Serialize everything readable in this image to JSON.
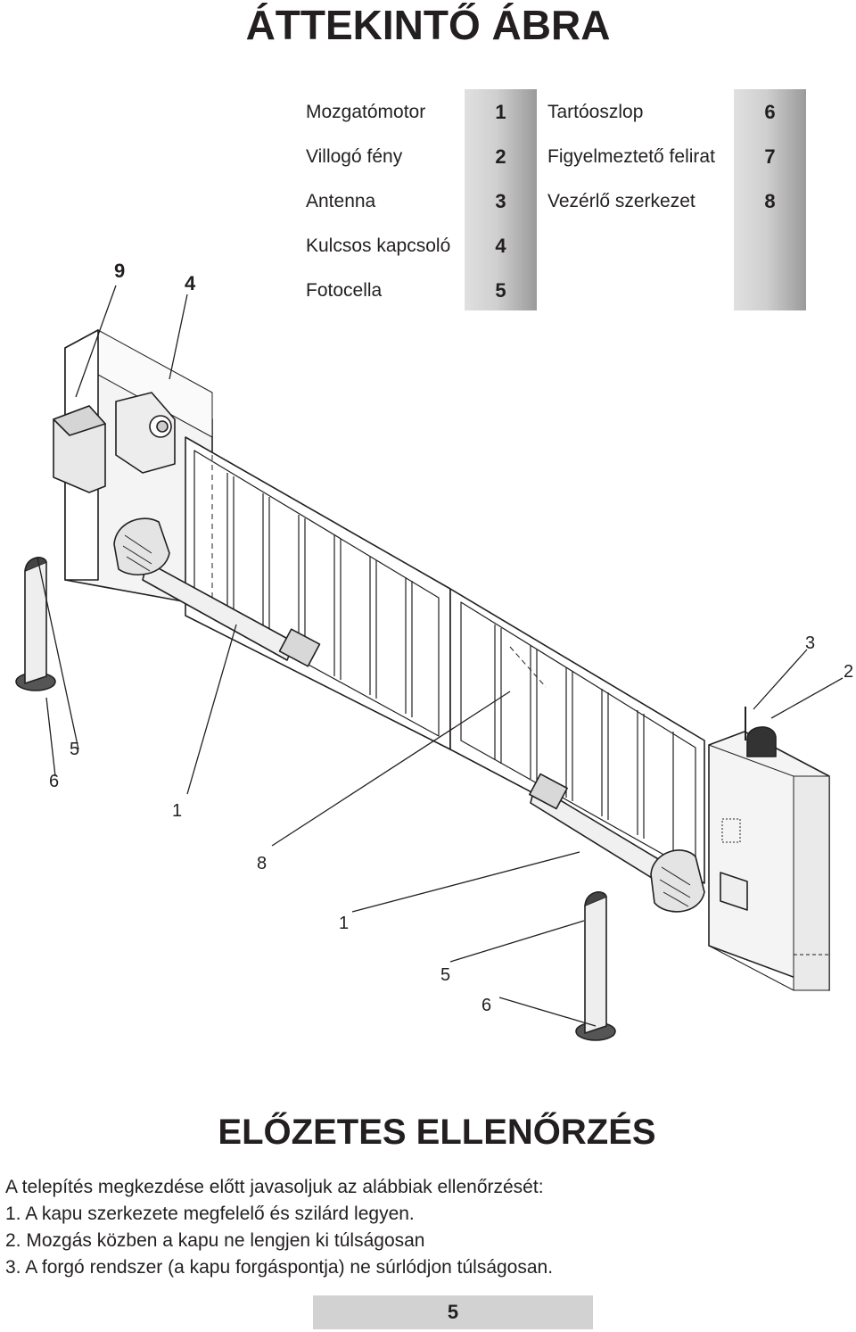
{
  "title": "ÁTTEKINTŐ ÁBRA",
  "legend": {
    "left": [
      {
        "name": "Mozgatómotor",
        "num": "1"
      },
      {
        "name": "Villogó fény",
        "num": "2"
      },
      {
        "name": "Antenna",
        "num": "3"
      },
      {
        "name": "Kulcsos kapcsoló",
        "num": "4"
      },
      {
        "name": "Fotocella",
        "num": "5"
      }
    ],
    "right": [
      {
        "name": "Tartóoszlop",
        "num": "6"
      },
      {
        "name": "Figyelmeztető felirat",
        "num": "7"
      },
      {
        "name": "Vezérlő szerkezet",
        "num": "8"
      }
    ]
  },
  "diagram": {
    "callouts": {
      "c9": "9",
      "c4": "4",
      "c3": "3",
      "c2": "2",
      "c5a": "5",
      "c6a": "6",
      "c1a": "1",
      "c8": "8",
      "c1b": "1",
      "c5b": "5",
      "c6b": "6"
    }
  },
  "section": {
    "title": "ELŐZETES ELLENŐRZÉS",
    "intro": "A telepítés megkezdése előtt javasoljuk az alábbiak ellenőrzését:",
    "items": [
      "1.  A kapu szerkezete megfelelő és szilárd legyen.",
      "2.  Mozgás közben a kapu ne lengjen ki túlságosan",
      "3.  A forgó rendszer (a kapu forgáspontja) ne súrlódjon túlságosan."
    ]
  },
  "footer": {
    "page_number": "5"
  }
}
